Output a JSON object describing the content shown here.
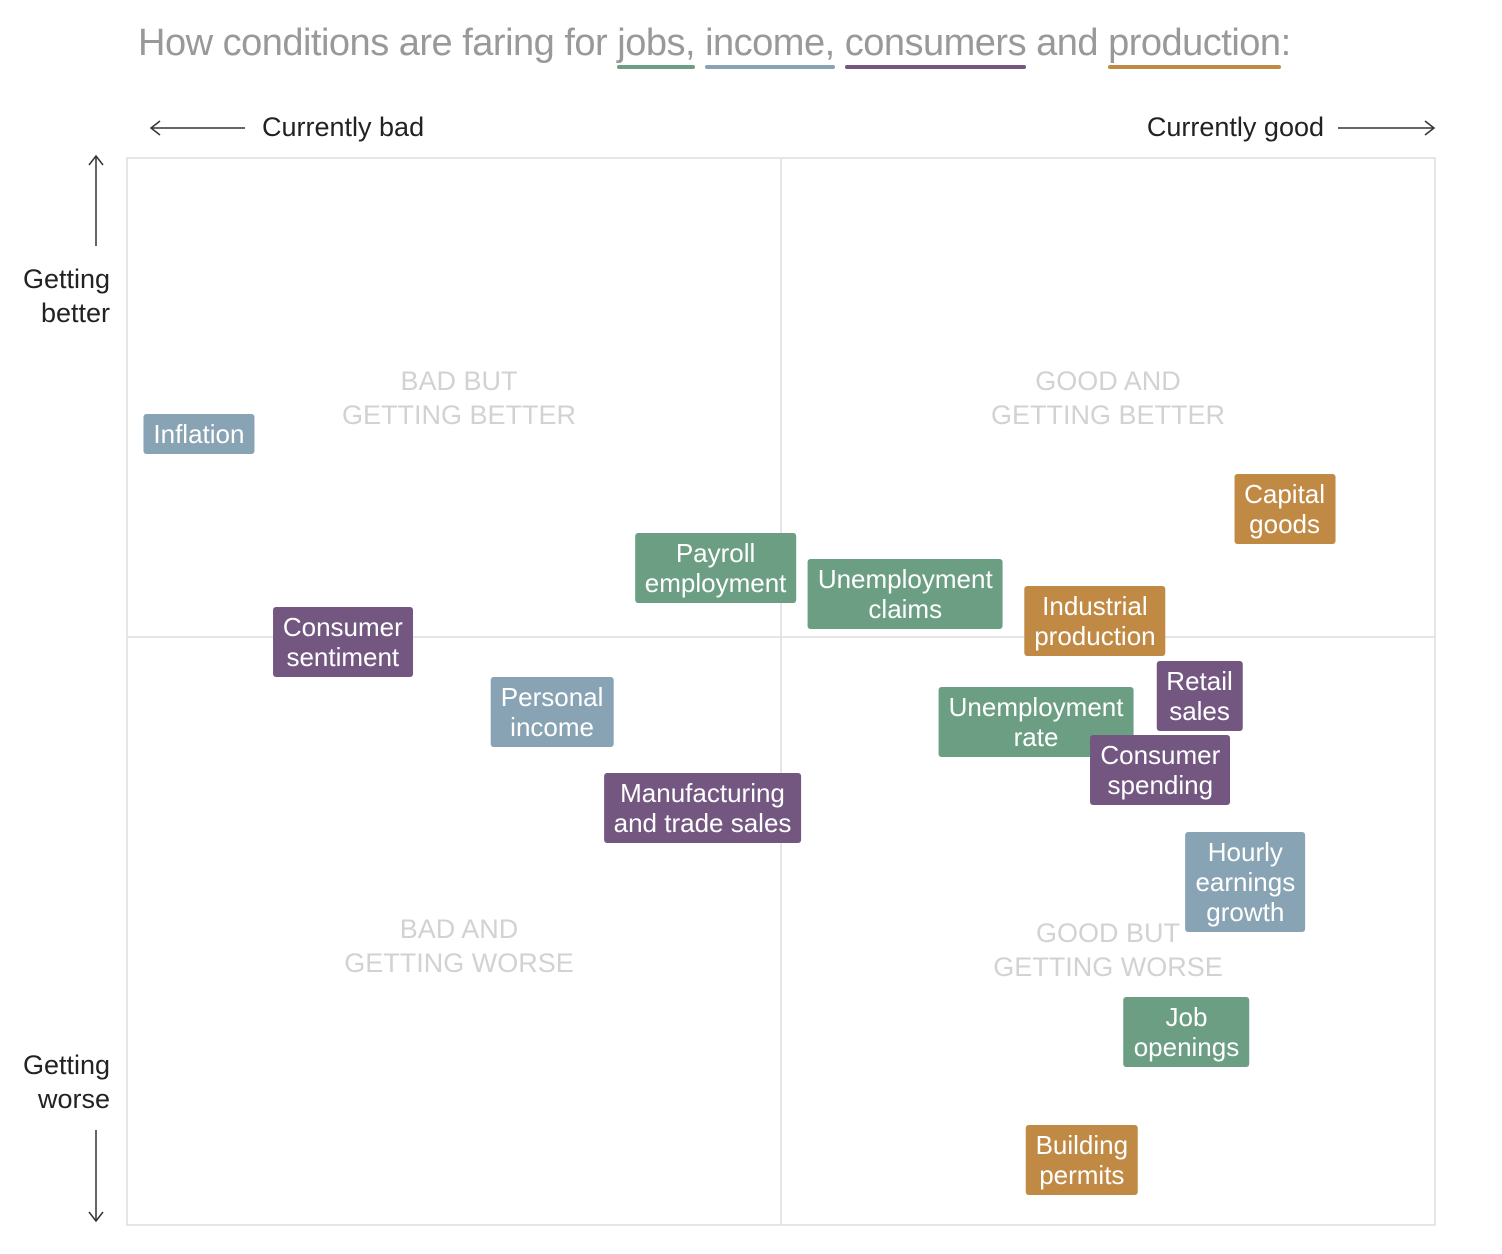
{
  "title": {
    "prefix": "How conditions are faring for ",
    "jobs": "jobs,",
    "income": "income,",
    "consumers": "consumers",
    "and": " and ",
    "production": "production",
    "suffix": ":"
  },
  "colors": {
    "jobs": "#6b9e82",
    "income": "#88a3b3",
    "consumers": "#735781",
    "production": "#c08a45"
  },
  "chart_data": {
    "type": "scatter",
    "x_axis": {
      "left_label": "Currently bad",
      "right_label": "Currently good"
    },
    "y_axis": {
      "top_label_lines": [
        "Getting",
        "better"
      ],
      "bottom_label_lines": [
        "Getting",
        "worse"
      ]
    },
    "quadrants": {
      "top_left": [
        "BAD BUT",
        "GETTING BETTER"
      ],
      "top_right": [
        "GOOD AND",
        "GETTING BETTER"
      ],
      "bottom_left": [
        "BAD AND",
        "GETTING WORSE"
      ],
      "bottom_right": [
        "GOOD BUT",
        "GETTING WORSE"
      ]
    },
    "xlim": [
      -1,
      1
    ],
    "ylim": [
      -1,
      1
    ],
    "points": [
      {
        "label": [
          "Inflation"
        ],
        "category": "income",
        "x": -0.89,
        "y": 0.38
      },
      {
        "label": [
          "Capital",
          "goods"
        ],
        "category": "production",
        "x": 0.77,
        "y": 0.24
      },
      {
        "label": [
          "Payroll",
          "employment"
        ],
        "category": "jobs",
        "x": -0.1,
        "y": 0.13
      },
      {
        "label": [
          "Unemployment",
          "claims"
        ],
        "category": "jobs",
        "x": 0.19,
        "y": 0.08
      },
      {
        "label": [
          "Industrial",
          "production"
        ],
        "category": "production",
        "x": 0.48,
        "y": 0.03
      },
      {
        "label": [
          "Consumer",
          "sentiment"
        ],
        "category": "consumers",
        "x": -0.67,
        "y": -0.01
      },
      {
        "label": [
          "Personal",
          "income"
        ],
        "category": "income",
        "x": -0.35,
        "y": -0.14
      },
      {
        "label": [
          "Retail",
          "sales"
        ],
        "category": "consumers",
        "x": 0.64,
        "y": -0.11
      },
      {
        "label": [
          "Unemployment",
          "rate"
        ],
        "category": "jobs",
        "x": 0.39,
        "y": -0.16
      },
      {
        "label": [
          "Consumer",
          "spending"
        ],
        "category": "consumers",
        "x": 0.58,
        "y": -0.25
      },
      {
        "label": [
          "Manufacturing",
          "and trade sales"
        ],
        "category": "consumers",
        "x": -0.12,
        "y": -0.32
      },
      {
        "label": [
          "Hourly",
          "earnings",
          "growth"
        ],
        "category": "income",
        "x": 0.71,
        "y": -0.46
      },
      {
        "label": [
          "Job",
          "openings"
        ],
        "category": "jobs",
        "x": 0.62,
        "y": -0.74
      },
      {
        "label": [
          "Building",
          "permits"
        ],
        "category": "production",
        "x": 0.46,
        "y": -0.98
      }
    ]
  }
}
